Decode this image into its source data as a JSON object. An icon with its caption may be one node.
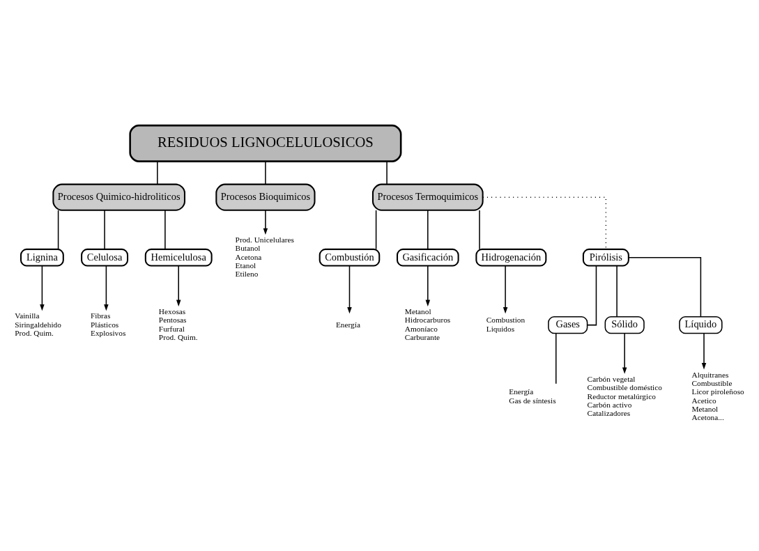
{
  "diagram": {
    "nodes": [
      {
        "text": [
          "RESIDUOS LIGNOCELULOSICOS"
        ]
      },
      {
        "text": [
          "Procesos Quimico-hidroliticos"
        ]
      },
      {
        "text": [
          "Procesos Bioquimicos"
        ]
      },
      {
        "text": [
          "Procesos Termoquimicos"
        ]
      },
      {
        "text": [
          "Lignina"
        ]
      },
      {
        "text": [
          "Celulosa"
        ]
      },
      {
        "text": [
          "Hemicelulosa"
        ]
      },
      {
        "text": [
          "Vainilla",
          "Siringaldehido",
          "Prod. Quim."
        ]
      },
      {
        "text": [
          "Fibras",
          "Plásticos",
          "Explosivos"
        ]
      },
      {
        "text": [
          "Hexosas",
          "Pentosas",
          "Furfural",
          "Prod. Quim."
        ]
      },
      {
        "text": [
          "Prod. Unicelulares",
          "Butanol",
          "Acetona",
          "Etanol",
          "Etileno"
        ]
      },
      {
        "text": [
          "Combustión"
        ]
      },
      {
        "text": [
          "Gasificación"
        ]
      },
      {
        "text": [
          "Hidrogenación"
        ]
      },
      {
        "text": [
          "Energía"
        ]
      },
      {
        "text": [
          "Metanol",
          "Hidrocarburos",
          "Amoníaco",
          "Carburante"
        ]
      },
      {
        "text": [
          "Combustion",
          "Liquidos"
        ]
      },
      {
        "text": [
          "Pirólisis"
        ]
      },
      {
        "text": [
          "Gases"
        ]
      },
      {
        "text": [
          "Sólido"
        ]
      },
      {
        "text": [
          "Líquido"
        ]
      },
      {
        "text": [
          "Energía",
          "Gas de síntesis"
        ]
      },
      {
        "text": [
          "Carbón vegetal",
          "Combustible doméstico",
          "Reductor metalúrgico",
          "Carbón activo",
          "Catalizadores"
        ]
      },
      {
        "text": [
          "Alquitranes",
          "Combustible",
          "Licor piroleñoso",
          "Acetico",
          "Metanol",
          "Acetona..."
        ]
      }
    ],
    "edges": [
      {
        "from": 0,
        "to": 1,
        "arrow": "none"
      },
      {
        "from": 0,
        "to": 2,
        "arrow": "none"
      },
      {
        "from": 0,
        "to": 3,
        "arrow": "none"
      },
      {
        "from": 1,
        "to": 4,
        "arrow": "none"
      },
      {
        "from": 1,
        "to": 5,
        "arrow": "none"
      },
      {
        "from": 1,
        "to": 6,
        "arrow": "none"
      },
      {
        "from": 4,
        "to": 7,
        "arrow": "to"
      },
      {
        "from": 5,
        "to": 8,
        "arrow": "to"
      },
      {
        "from": 6,
        "to": 9,
        "arrow": "to"
      },
      {
        "from": 2,
        "to": 10,
        "arrow": "to"
      },
      {
        "from": 3,
        "to": 11,
        "arrow": "none"
      },
      {
        "from": 3,
        "to": 12,
        "arrow": "none"
      },
      {
        "from": 3,
        "to": 13,
        "arrow": "none"
      },
      {
        "from": 11,
        "to": 14,
        "arrow": "to"
      },
      {
        "from": 12,
        "to": 15,
        "arrow": "to"
      },
      {
        "from": 13,
        "to": 16,
        "arrow": "to"
      },
      {
        "from": 3,
        "to": 17,
        "arrow": "none",
        "style": "dashed"
      },
      {
        "from": 17,
        "to": 18,
        "arrow": "none"
      },
      {
        "from": 17,
        "to": 19,
        "arrow": "none"
      },
      {
        "from": 17,
        "to": 20,
        "arrow": "none"
      },
      {
        "from": 18,
        "to": 21,
        "arrow": "none"
      },
      {
        "from": 19,
        "to": 22,
        "arrow": "to"
      },
      {
        "from": 20,
        "to": 23,
        "arrow": "to"
      }
    ]
  }
}
